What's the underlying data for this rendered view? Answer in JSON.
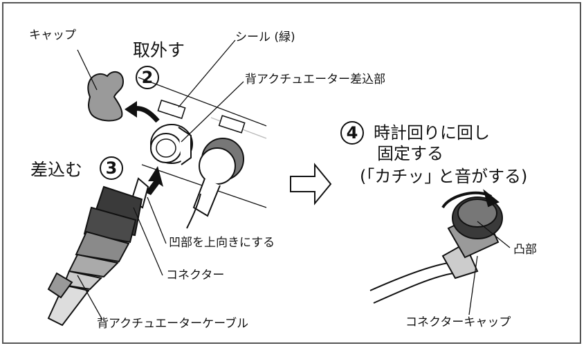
{
  "labels": {
    "cap": "キャップ",
    "remove": "取外す",
    "step2": "2",
    "seal": "シール (緑)",
    "actuator_port": "背アクチュエーター差込部",
    "insert": "差込む",
    "step3": "3",
    "step4": "4",
    "rotate_line1": "時計回りに回し",
    "rotate_line2": "固定する",
    "rotate_line3": "(｢カチッ｣ と音がする)",
    "recess_up": "凹部を上向きにする",
    "connector": "コネクター",
    "actuator_cable": "背アクチュエーターケーブル",
    "protrusion": "凸部",
    "connector_cap": "コネクターキャップ"
  },
  "colors": {
    "outline": "#111111",
    "cap_fill": "#9a9a9a",
    "connector_dark": "#3a3a3a",
    "connector_mid": "#8a8a8a",
    "frame": "#555555"
  },
  "icons": {
    "arrow": "hollow-right-arrow"
  }
}
